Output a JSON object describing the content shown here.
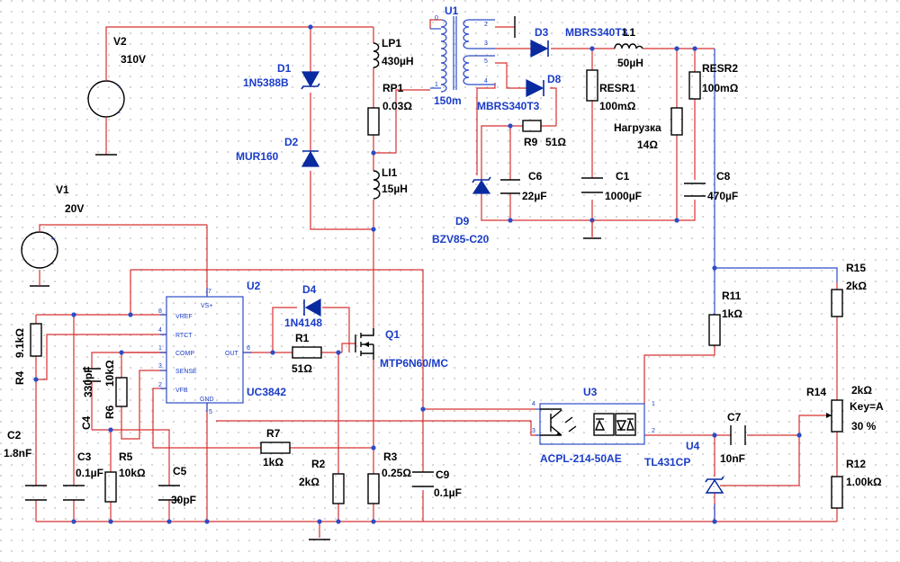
{
  "components": {
    "V2": {
      "ref": "V2",
      "value": "310V"
    },
    "V1": {
      "ref": "V1",
      "value": "20V"
    },
    "D1": {
      "ref": "D1",
      "part": "1N5388B"
    },
    "D2": {
      "ref": "D2",
      "part": "MUR160"
    },
    "D3": {
      "ref": "D3",
      "part": "MBRS340T3"
    },
    "D8": {
      "ref": "D8",
      "part": "MBRS340T3"
    },
    "D4": {
      "ref": "D4",
      "part": "1N4148"
    },
    "D9": {
      "ref": "D9",
      "part": "BZV85-C20"
    },
    "U1": {
      "ref": "U1",
      "value": "150m",
      "pins": [
        "0",
        "1",
        "2",
        "3",
        "5",
        "4"
      ]
    },
    "LP1": {
      "ref": "LP1",
      "value": "430µH"
    },
    "RP1": {
      "ref": "RP1",
      "value": "0.03Ω"
    },
    "LI1": {
      "ref": "LI1",
      "value": "15µH"
    },
    "L1": {
      "ref": "L1",
      "value": "50µH"
    },
    "RESR1": {
      "ref": "RESR1",
      "value": "100mΩ"
    },
    "RESR2": {
      "ref": "RESR2",
      "value": "100mΩ"
    },
    "LOAD": {
      "ref": "Нагрузка",
      "value": "14Ω"
    },
    "R9": {
      "ref": "R9",
      "value": "51Ω"
    },
    "C6": {
      "ref": "C6",
      "value": "22µF"
    },
    "C1": {
      "ref": "C1",
      "value": "1000µF"
    },
    "C8": {
      "ref": "C8",
      "value": "470µF"
    },
    "U2": {
      "ref": "U2",
      "part": "UC3842",
      "pins": {
        "vs": "VS+",
        "vref": "VREF",
        "rtct": "RTCT",
        "comp": "COMP",
        "sense": "SENSE",
        "vfb": "VFB",
        "gnd": "GND",
        "out": "OUT"
      },
      "pin_numbers": {
        "vs": "7",
        "vref": "8",
        "rtct": "4",
        "comp": "1",
        "sense": "3",
        "vfb": "2",
        "gnd": "5",
        "out": "6"
      }
    },
    "Q1": {
      "ref": "Q1",
      "part": "MTP6N60/MC"
    },
    "R1": {
      "ref": "R1",
      "value": "51Ω"
    },
    "R4": {
      "ref": "R4",
      "value": "9.1kΩ"
    },
    "R6": {
      "ref": "R6",
      "value": "10kΩ"
    },
    "C4": {
      "ref": "C4",
      "value": "330pF"
    },
    "C2": {
      "ref": "C2",
      "value": "1.8nF"
    },
    "C3": {
      "ref": "C3",
      "value": "0.1µF"
    },
    "R5": {
      "ref": "R5",
      "value": "10kΩ"
    },
    "C5": {
      "ref": "C5",
      "value": "30pF"
    },
    "R7": {
      "ref": "R7",
      "value": "1kΩ"
    },
    "R2": {
      "ref": "R2",
      "value": "2kΩ"
    },
    "R3": {
      "ref": "R3",
      "value": "0.25Ω"
    },
    "C9": {
      "ref": "C9",
      "value": "0.1µF"
    },
    "U3": {
      "ref": "U3",
      "part": "ACPL-214-50AE",
      "pins": [
        "4",
        "3",
        "1",
        "2"
      ]
    },
    "U4": {
      "ref": "U4",
      "part": "TL431CP"
    },
    "C7": {
      "ref": "C7",
      "value": "10nF"
    },
    "R11": {
      "ref": "R11",
      "value": "1kΩ"
    },
    "R15": {
      "ref": "R15",
      "value": "2kΩ"
    },
    "R14": {
      "ref": "R14",
      "value": "2kΩ",
      "key": "Key=A",
      "setting": "30 %"
    },
    "R12": {
      "ref": "R12",
      "value": "1.00kΩ"
    }
  }
}
